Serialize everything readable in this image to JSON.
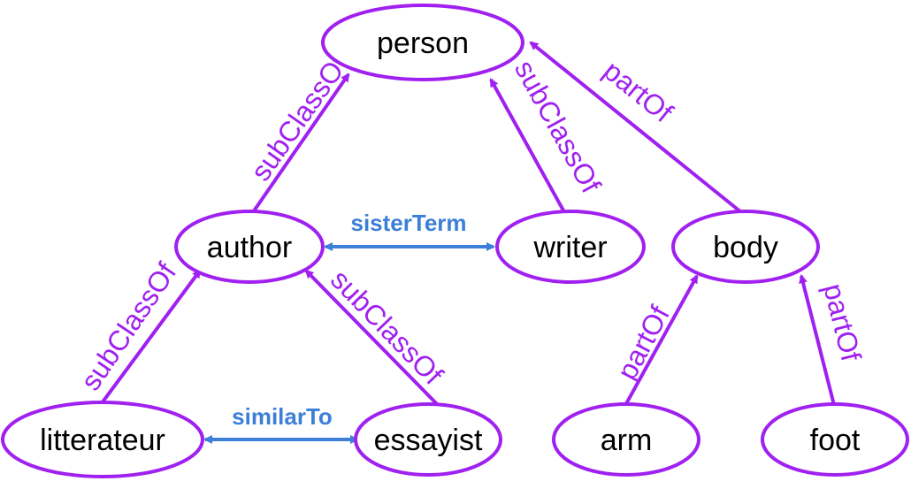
{
  "colors": {
    "hierarchy": "#a020f0",
    "relation": "#3c7fd8"
  },
  "nodes": {
    "person": "person",
    "author": "author",
    "writer": "writer",
    "body": "body",
    "litterateur": "litterateur",
    "essayist": "essayist",
    "arm": "arm",
    "foot": "foot"
  },
  "edges": {
    "author_person": "subClassOf",
    "writer_person": "subClassOf",
    "body_person": "partOf",
    "author_writer": "sisterTerm",
    "litterateur_author": "subClassOf",
    "essayist_author": "subClassOf",
    "litterateur_essayist": "similarTo",
    "arm_body": "partOf",
    "foot_body": "partOf"
  }
}
